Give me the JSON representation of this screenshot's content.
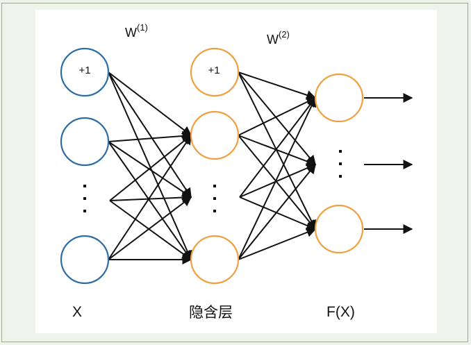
{
  "weights": [
    {
      "base": "W",
      "sup": "(1)"
    },
    {
      "base": "W",
      "sup": "(2)"
    }
  ],
  "bias_label": "+1",
  "layer_labels": {
    "input": "X",
    "hidden": "隐含层",
    "output": "F(X)"
  },
  "colors": {
    "input_node": "#2e6da4",
    "hidden_node": "#f0a040",
    "output_node": "#f0a040",
    "edge": "#111111",
    "background": "#eef3ec",
    "panel": "#ffffff"
  }
}
